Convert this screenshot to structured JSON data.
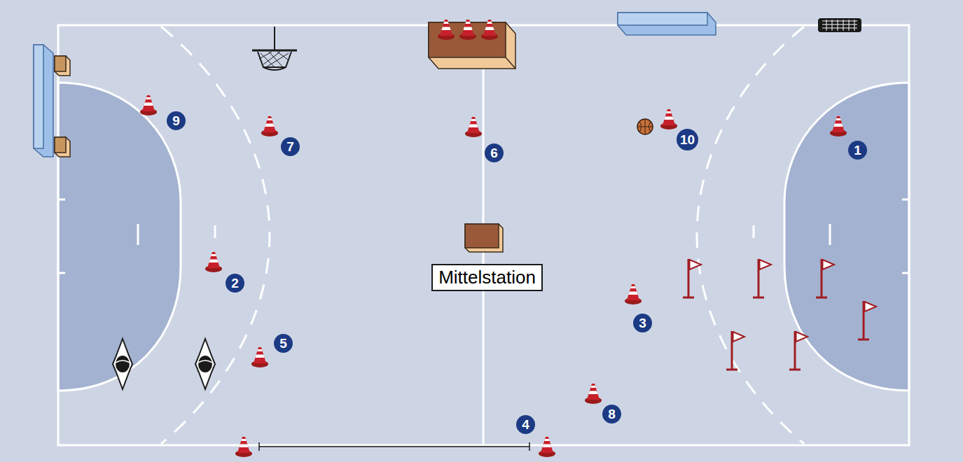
{
  "diagram": {
    "nodes": [
      {
        "text": [
          "9"
        ]
      },
      {
        "text": [
          "7"
        ]
      },
      {
        "text": [
          "6"
        ]
      },
      {
        "text": [
          "10"
        ]
      },
      {
        "text": [
          "1"
        ]
      },
      {
        "text": [
          "Mittelstation"
        ]
      },
      {
        "text": [
          "2"
        ]
      },
      {
        "text": [
          "3"
        ]
      },
      {
        "text": [
          "5"
        ]
      },
      {
        "text": [
          "8"
        ]
      },
      {
        "text": [
          "4"
        ]
      }
    ]
  }
}
